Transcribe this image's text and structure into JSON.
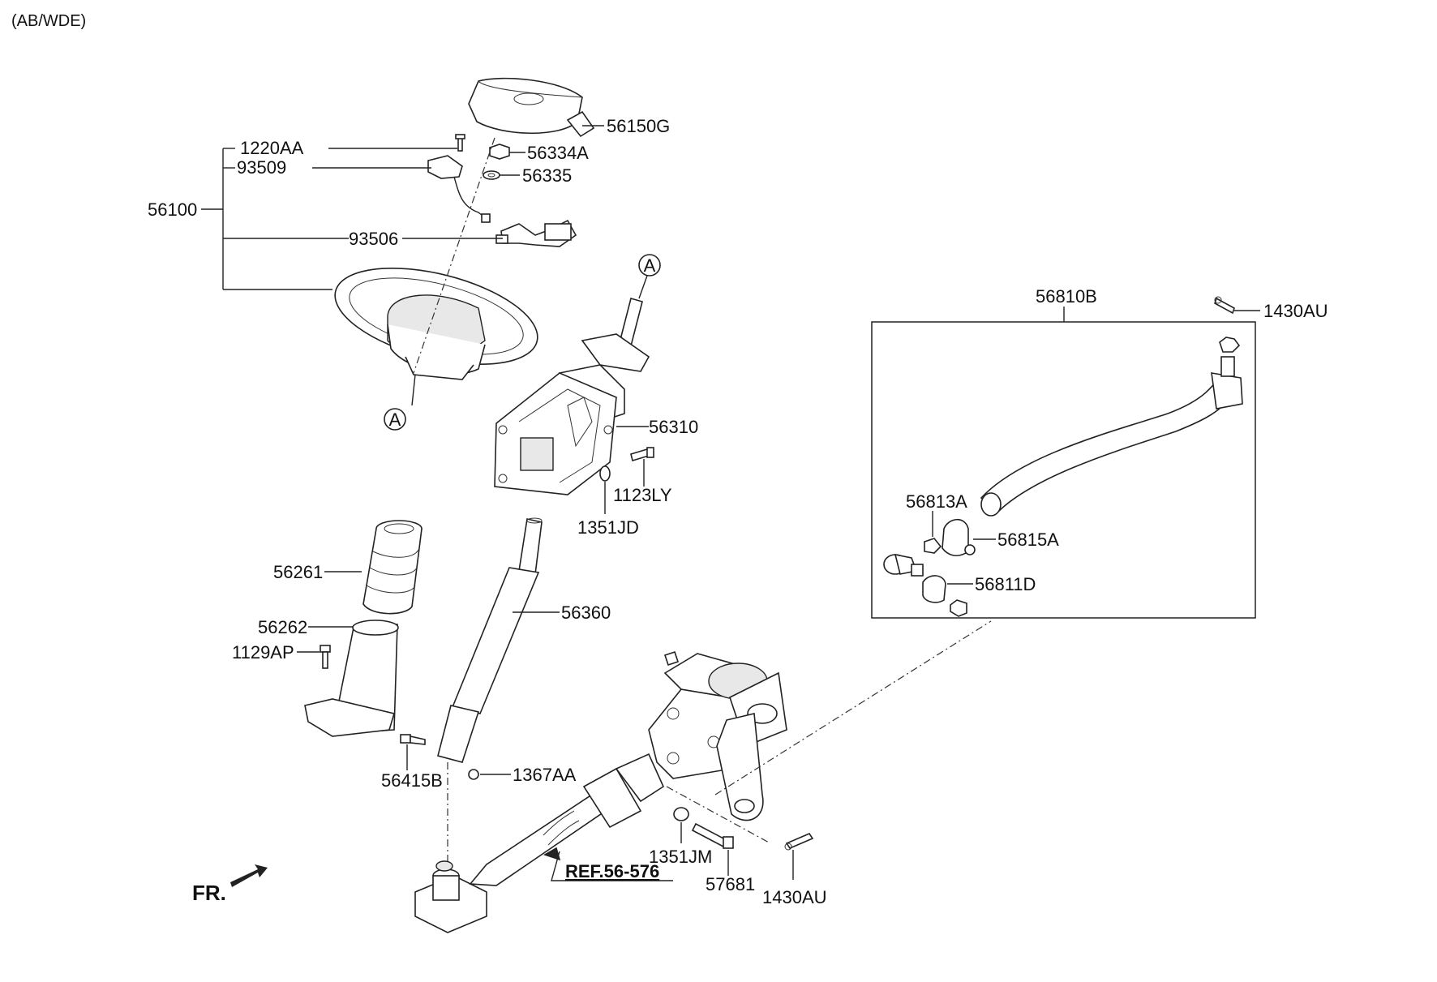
{
  "header": {
    "variant": "(AB/WDE)"
  },
  "parts": {
    "p56150G": "56150G",
    "p1220AA": "1220AA",
    "p56334A": "56334A",
    "p93509": "93509",
    "p56335": "56335",
    "p56100": "56100",
    "p93506": "93506",
    "p56310": "56310",
    "p1123LY": "1123LY",
    "p1351JD": "1351JD",
    "p56261": "56261",
    "p56262": "56262",
    "p1129AP": "1129AP",
    "p56360": "56360",
    "p56415B": "56415B",
    "p1367AA": "1367AA",
    "p1351JM": "1351JM",
    "p57681": "57681",
    "p1430AU_bottom": "1430AU",
    "p56810B": "56810B",
    "p1430AU_top": "1430AU",
    "p56813A": "56813A",
    "p56815A": "56815A",
    "p56811D": "56811D"
  },
  "markers": {
    "ref_a_top": "A",
    "ref_a_wheel": "A"
  },
  "reference": {
    "label": "REF.56-576"
  },
  "direction": {
    "label": "FR."
  }
}
